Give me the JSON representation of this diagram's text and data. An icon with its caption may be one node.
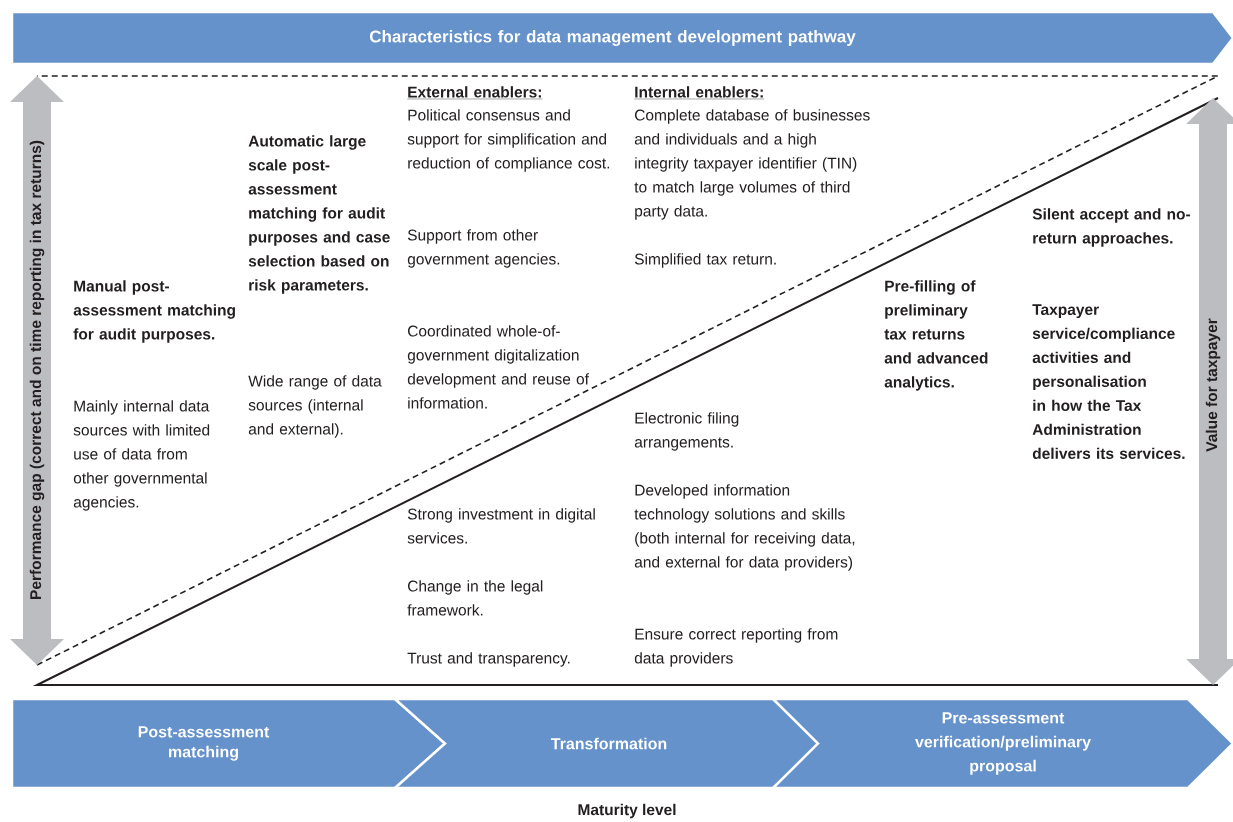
{
  "diagram": {
    "nodes": [
      {
        "text": [
          "Characteristics for data management development pathway"
        ]
      },
      {
        "text": [
          "Post-assessment matching"
        ]
      },
      {
        "text": [
          "Transformation"
        ]
      },
      {
        "text": [
          "Pre-assessment verification/preliminary proposal"
        ]
      }
    ],
    "edges": [],
    "labels": [
      "Performance gap (correct and on time reporting in tax returns)",
      "Manual post-assessment matching for audit purposes.",
      "Mainly internal data sources with limited use of data from other governmental agencies.",
      "Automatic large scale post-assessment matching for audit purposes and case selection based on risk parameters.",
      "Wide range of data sources (internal and external).",
      "External enablers:",
      "Political consensus and support for simplification and reduction of compliance cost.",
      "Support from other government agencies.",
      "Coordinated whole-of-government digitalization development and reuse of information.",
      "Internal enablers:",
      "Complete database of businesses and individuals and a high integrity taxpayer identifier (TIN) to match large volumes of third party data.",
      "Simplified tax return.",
      "Silent accept and no-return approaches.",
      "Pre-filling of preliminary tax returns and advanced analytics.",
      "Taxpayer service/compliance activities and personalisation in how the Tax Administration delivers its services.",
      "Value for taxpayer",
      "Electronic filing arrangements.",
      "Strong investment in digital services.",
      "Developed information technology solutions and skills (both internal for receiving data, and external for data providers)",
      "Change in the legal framework.",
      "Ensure correct reporting from data providers",
      "Trust and transparency.",
      "Maturity level"
    ]
  }
}
